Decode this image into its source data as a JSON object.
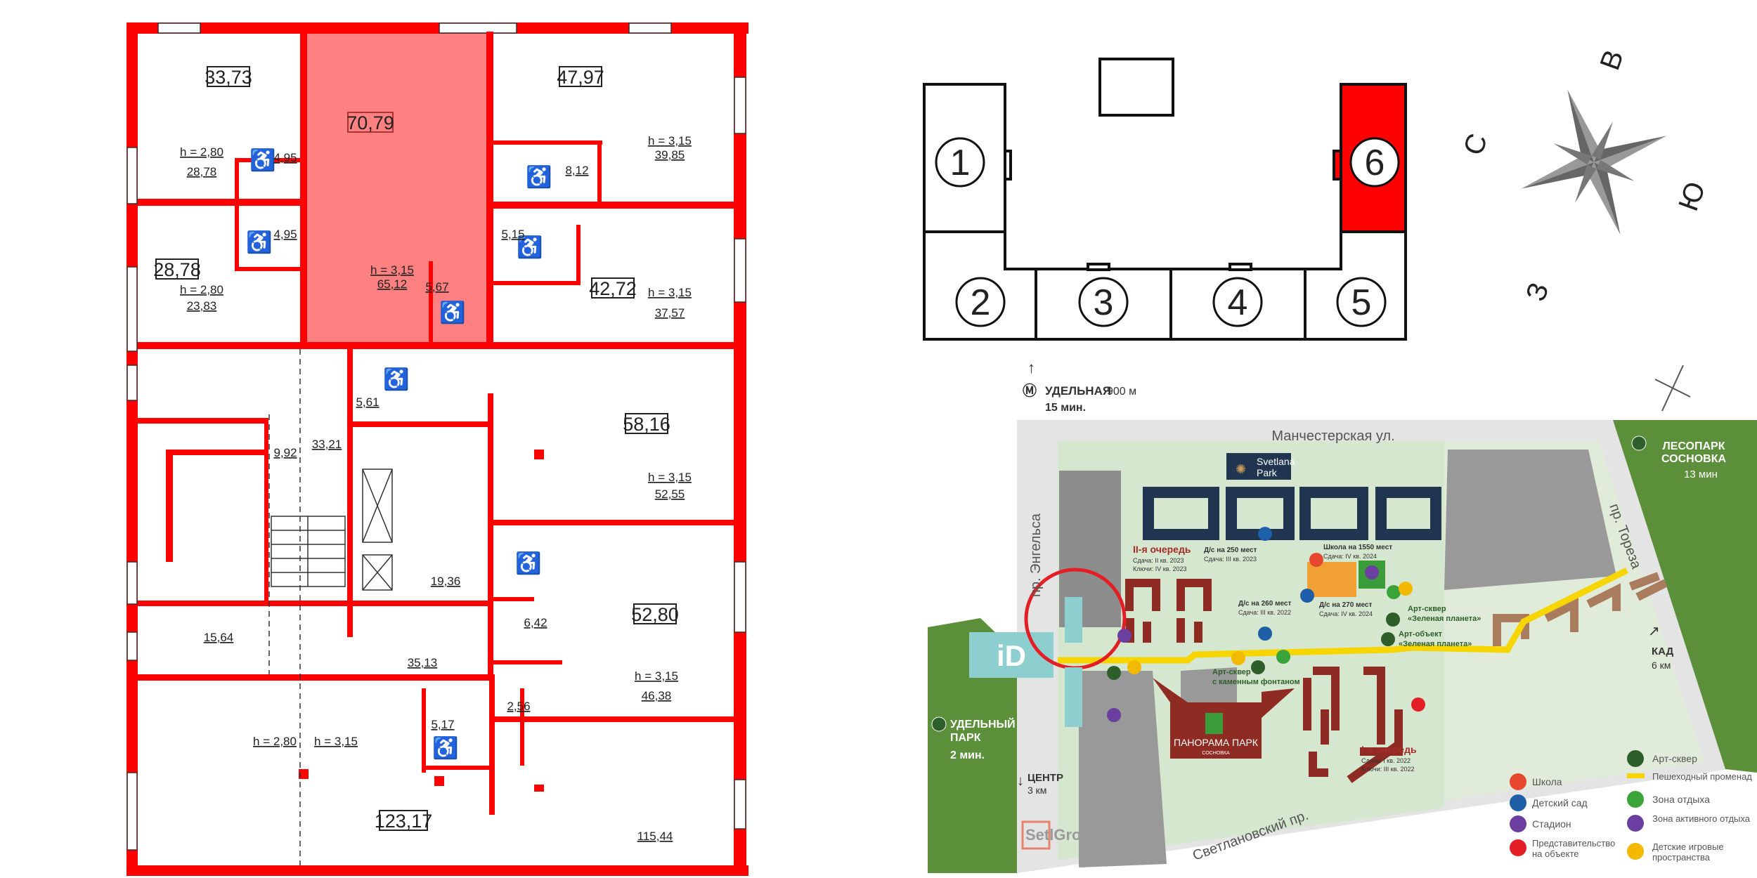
{
  "floor_plan": {
    "selected_unit": {
      "area": "70,79",
      "height": "h = 3,15",
      "main_room": "65,12",
      "wc": "5,67",
      "color": "#ff8080"
    },
    "unit_labels": [
      "33,73",
      "47,97",
      "28,78",
      "42,72",
      "58,16",
      "52,80",
      "123,17"
    ],
    "room_texts": [
      "h = 2,80",
      "28,78",
      "4,95",
      "4,95",
      "h = 2,80",
      "23,83",
      "8,12",
      "h = 3,15",
      "39,85",
      "5,15",
      "h = 3,15",
      "37,57",
      "5,61",
      "9,92",
      "33,21",
      "15,64",
      "19,36",
      "6,42",
      "h = 3,15",
      "52,55",
      "35,13",
      "h = 3,15",
      "46,38",
      "2,56",
      "5,17",
      "h = 2,80",
      "h = 3,15",
      "115,44"
    ],
    "wall_color": "#ff0000"
  },
  "building_scheme": {
    "sections": [
      "1",
      "2",
      "3",
      "4",
      "5",
      "6"
    ],
    "selected_section": "6",
    "selected_color": "#ff0000"
  },
  "compass": {
    "north": "С",
    "east": "В",
    "south": "Ю",
    "west": "З"
  },
  "site_map": {
    "metro": {
      "name": "УДЕЛЬНАЯ",
      "distance": "900 м",
      "time": "15 мин."
    },
    "streets": {
      "top": "Манчестерская ул.",
      "right": "пр. Тореза",
      "left": "пр. Энгельса",
      "bottom": "Светлановский пр."
    },
    "forest": {
      "line1": "ЛЕСОПАРК",
      "line2": "СОСНОВКА",
      "time": "13 мин"
    },
    "park": {
      "line1": "УДЕЛЬНЫЙ",
      "line2": "ПАРК",
      "time": "2 мин."
    },
    "center": {
      "label": "ЦЕНТР",
      "distance": "3 км"
    },
    "kad": {
      "label": "КАД",
      "distance": "6 км"
    },
    "svetlana": {
      "line1": "Svetlana",
      "line2": "Park"
    },
    "stage2": {
      "title": "II-я очередь",
      "delivery": "Сдача: II кв. 2023",
      "keys": "Ключи: IV кв. 2023"
    },
    "stage1": {
      "title": "I-я очередь",
      "delivery": "Сдача: I кв. 2022",
      "keys": "Ключи: III кв. 2022"
    },
    "kg250": {
      "title": "Д/с на 250 мест",
      "delivery": "Сдача: III кв. 2023"
    },
    "school": {
      "title": "Школа на 1550 мест",
      "delivery": "Сдача: IV кв. 2024"
    },
    "kg260": {
      "title": "Д/с на 260 мест",
      "delivery": "Сдача: III кв. 2022"
    },
    "kg270": {
      "title": "Д/с на 270 мест",
      "delivery": "Сдача: IV кв. 2024"
    },
    "artsquare_planet": {
      "line1": "Арт-сквер",
      "line2": "«Зеленая планета»"
    },
    "artobject_planet": {
      "line1": "Арт-объект",
      "line2": "«Зеленая планета»"
    },
    "artsquare_fountain": {
      "line1": "Арт-сквер",
      "line2": "с каменным фонтаном"
    },
    "panorama": {
      "name": "ПАНОРАМА ПАРК",
      "sub": "СОСНОВКА"
    },
    "id_logo": "iD",
    "developer": "SetlGroup",
    "legend": [
      {
        "icon": "school-icon",
        "label": "Школа",
        "color": "#e8472f"
      },
      {
        "icon": "kindergarten-icon",
        "label": "Детский сад",
        "color": "#1f5fa8"
      },
      {
        "icon": "stadium-icon",
        "label": "Стадион",
        "color": "#6a3fa0"
      },
      {
        "icon": "office-icon",
        "label": "Представительство на объекте",
        "color": "#e31e24"
      },
      {
        "icon": "tree-icon",
        "label": "Арт-сквер",
        "color": "#2e5e2a"
      },
      {
        "icon": "promenade-line",
        "label": "Пешеходный променад",
        "color": "#f6d500"
      },
      {
        "icon": "bench-icon",
        "label": "Зона отдыха",
        "color": "#3aa33a"
      },
      {
        "icon": "ball-icon",
        "label": "Зона активного отдыха",
        "color": "#6a3fa0"
      },
      {
        "icon": "rocket-icon",
        "label": "Детские игровые пространства",
        "color": "#f3b800"
      }
    ]
  }
}
